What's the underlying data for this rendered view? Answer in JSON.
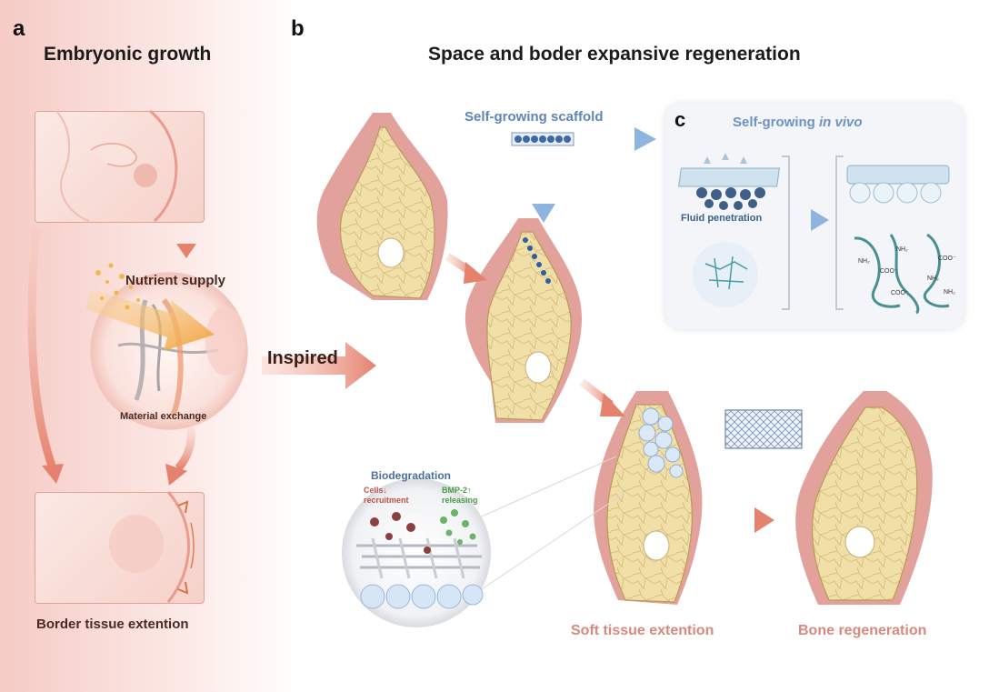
{
  "panel_a": {
    "letter": "a",
    "title": "Embryonic growth",
    "nutrient_label": "Nutrient supply",
    "exchange_label": "Material exchange",
    "bottom_label": "Border tissue extention"
  },
  "bridge": {
    "label": "Inspired"
  },
  "panel_b": {
    "letter": "b",
    "title": "Space and boder expansive regeneration",
    "scaffold_label": "Self-growing scaffold",
    "biodegradation_label": "Biodegradation",
    "cells_label": "Cells↓\nrecruitment",
    "bmp_label": "BMP-2↑\nreleasing",
    "soft_tissue_label": "Soft tissue extention",
    "bone_label": "Bone regeneration"
  },
  "panel_c": {
    "letter": "c",
    "title_prefix": "Self-growing ",
    "title_italic": "in vivo",
    "fluid_label": "Fluid penetration",
    "chem_labels": [
      "NH₂",
      "COO⁻",
      "NH₂",
      "COO⁻",
      "NH₂",
      "COO⁻",
      "NH₂"
    ]
  },
  "colors": {
    "bone_fill": "#f1dfa8",
    "gum_tissue": "#d9827a",
    "arrow_pink": "#e68a78",
    "arrow_blue": "#8fb4de",
    "label_blue": "#5f86b8",
    "label_pink": "#d7897d",
    "label_dark": "#4a2a22"
  }
}
